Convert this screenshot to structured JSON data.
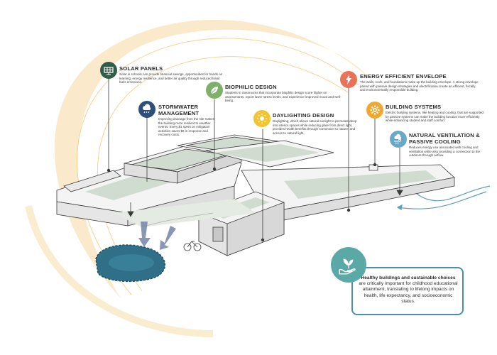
{
  "colors": {
    "sun_arc": "#f6d9a0",
    "building_roof": "#f2f2f2",
    "green_roof": "#cfdccf",
    "outline": "#3a3a3a",
    "water": "#2f6f87",
    "solar_badge": "#2f5d4a",
    "stormwater_badge": "#2d4f7a",
    "biophilic_badge": "#7fb069",
    "daylight_badge": "#f4c430",
    "envelope_badge": "#e8735a",
    "systems_badge": "#f0a830",
    "ventilation_badge": "#6aa8c8",
    "summary_badge": "#5aa9a6",
    "summary_border": "#4a8fb0"
  },
  "callouts": {
    "solar": {
      "icon": "solar-panel-icon",
      "title": "SOLAR PANELS",
      "desc": "Solar in schools can provide financial savings, opportunities for hands on learning, energy resilience, and better air quality through reduced fossil fuels emissions."
    },
    "stormwater": {
      "icon": "rain-cloud-icon",
      "title_line1": "STORMWATER",
      "title_line2": "MANAGEMENT",
      "desc": "Improving drainage from the site makes the building more resilient to weather events. Every $1 spent on mitigation activities saves $6 in response and recovery costs."
    },
    "biophilic": {
      "icon": "leaf-icon",
      "title": "BIOPHILIC DESIGN",
      "desc": "Students in classrooms that incorporate biophilic design score higher on assessments, report lower stress levels, and experience improved mood and well-being."
    },
    "daylighting": {
      "icon": "sun-icon",
      "title": "DAYLIGHTING DESIGN",
      "desc": "Daylighting, which allows natural sunlight to permeate deep into interior spaces while reducing glare from direct light, provides health benefits through connection to nature, and access to natural light."
    },
    "envelope": {
      "icon": "lightning-bolt-icon",
      "title": "ENERGY EFFICIENT ENVELOPE",
      "desc": "The walls, roofs, and foundations make up the building envelope. A strong envelope paired with passive design strategies and electrification create an efficient, fiscally and environmentally responsible building."
    },
    "systems": {
      "icon": "gear-icon",
      "title": "BUILDING SYSTEMS",
      "desc": "Electric building systems, like heating and cooling, that are supported by passive systems can make the building function more efficiently while enhancing student and staff comfort."
    },
    "ventilation": {
      "icon": "wind-cloud-icon",
      "title_line1": "NATURAL VENTILATION &",
      "title_line2": "PASSIVE COOLING",
      "desc": "Reduces energy use associated with cooling and ventilation while also providing a connection to the outdoors through airflow."
    }
  },
  "summary": {
    "icon": "hands-with-plant-icon",
    "bold_text": "Healthy buildings and sustainable choices",
    "text": " are critically important for childhood educational attainment, translating to lifelong impacts on health, life expectancy, and socioeconomic status."
  }
}
